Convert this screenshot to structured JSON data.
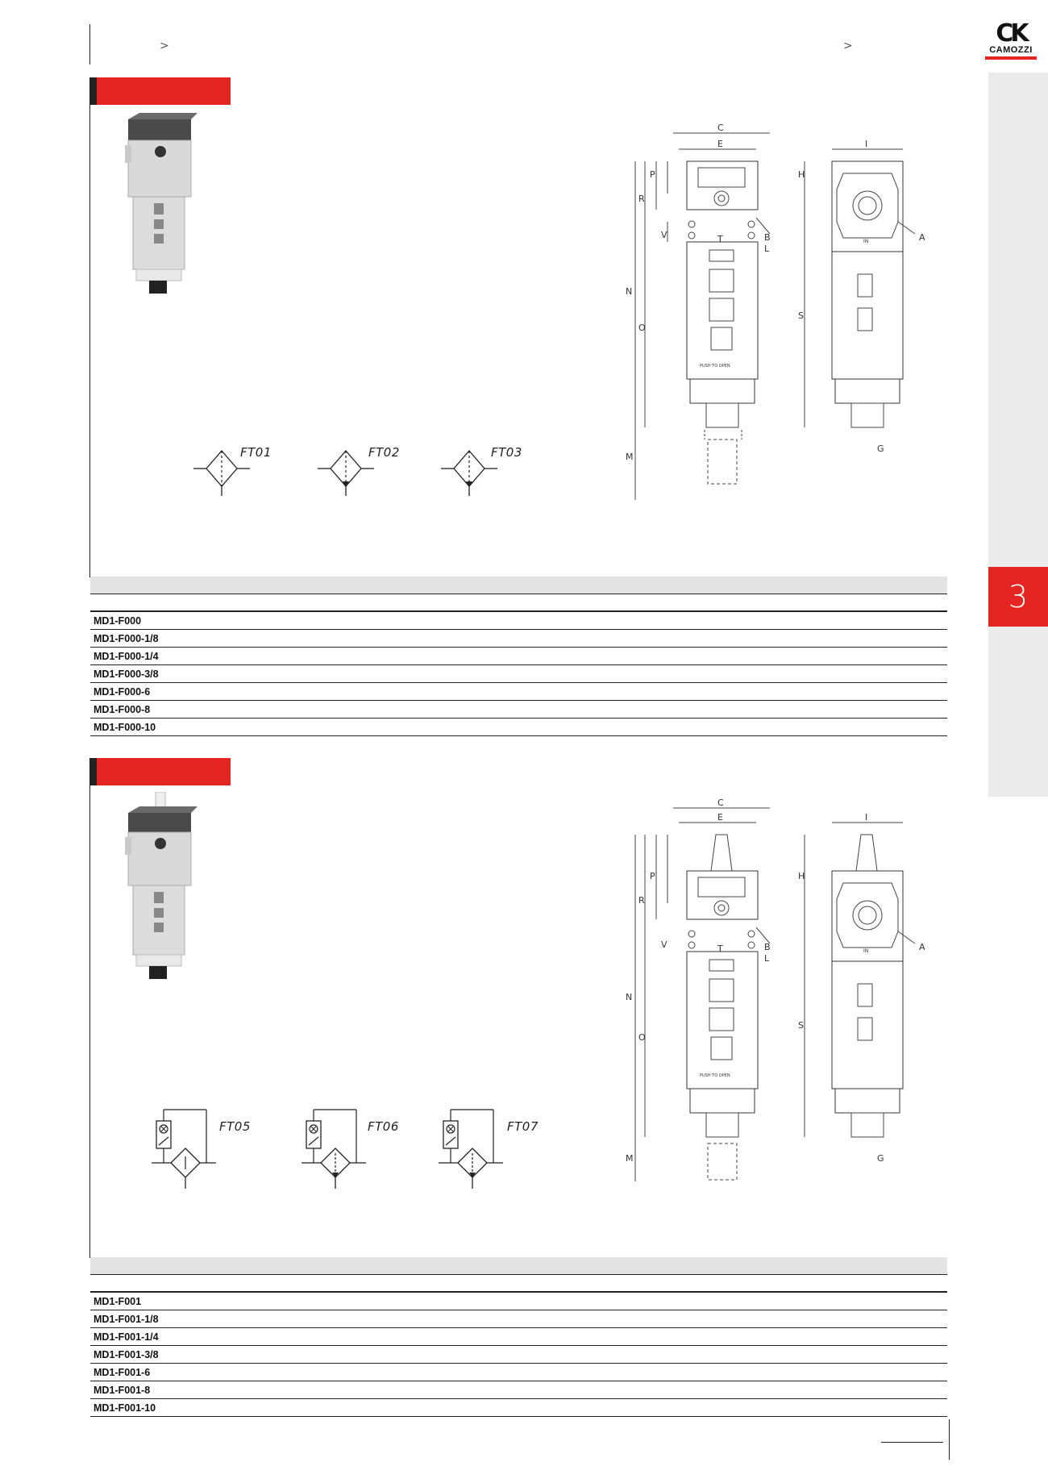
{
  "header": {
    "breadcrumb_left": ">",
    "breadcrumb_right": ">",
    "brand": {
      "mark": "CK",
      "name": "CAMOZZI",
      "color": "#e52521"
    }
  },
  "sidebar": {
    "chapter": "3",
    "accent": "#e52521",
    "background": "#ebebeb"
  },
  "section1": {
    "symbols": [
      "FT01",
      "FT02",
      "FT03"
    ],
    "drawing_labels": {
      "C": "C",
      "E": "E",
      "I": "I",
      "H": "H",
      "P": "P",
      "R": "R",
      "V": "V",
      "T": "T",
      "B": "B",
      "L": "L",
      "A": "A",
      "N": "N",
      "O": "O",
      "S": "S",
      "M": "M",
      "G": "G",
      "IN": "IN",
      "push": "PUSH TO OPEN"
    },
    "table": {
      "rows": [
        "MD1-F000",
        "MD1-F000-1/8",
        "MD1-F000-1/4",
        "MD1-F000-3/8",
        "MD1-F000-6",
        "MD1-F000-8",
        "MD1-F000-10"
      ]
    }
  },
  "section2": {
    "symbols": [
      "FT05",
      "FT06",
      "FT07"
    ],
    "table": {
      "rows": [
        "MD1-F001",
        "MD1-F001-1/8",
        "MD1-F001-1/4",
        "MD1-F001-3/8",
        "MD1-F001-6",
        "MD1-F001-8",
        "MD1-F001-10"
      ]
    }
  },
  "icons": [
    "camozzi-logo-icon",
    "filter-symbol-icon",
    "product-photo",
    "technical-drawing"
  ]
}
